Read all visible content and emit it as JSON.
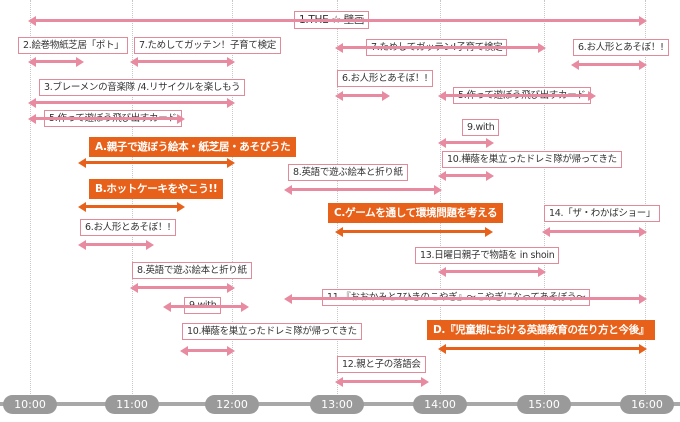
{
  "colors": {
    "accent": "#e8611a",
    "arrow": "#e88aa0",
    "border": "#e08a9a",
    "axis": "#9a9a9a"
  },
  "axis": {
    "ticks": [
      "10:00",
      "11:00",
      "12:00",
      "13:00",
      "14:00",
      "15:00",
      "16:00"
    ]
  },
  "events": [
    {
      "text": "1.THE ☆ 壁画",
      "start": "10:00",
      "end": "16:00"
    },
    {
      "text": "2.絵巻物紙芝居「ポト」",
      "start": "10:00",
      "end": "10:30"
    },
    {
      "text": "7.ためしてガッテン！子育て検定",
      "start": "11:00",
      "end": "12:00"
    },
    {
      "text": "3.ブレーメンの音楽隊 /4.リサイクルを楽しもう",
      "start": "10:00",
      "end": "12:00"
    },
    {
      "text": "5.作って遊ぼう飛び出すカード",
      "start": "10:00",
      "end": "11:30"
    },
    {
      "text": "A.親子で遊ぼう絵本・紙芝居・あそびうた",
      "start": "10:30",
      "end": "12:00",
      "highlight": true
    },
    {
      "text": "B.ホットケーキをやこう!!",
      "start": "10:30",
      "end": "11:30",
      "highlight": true
    },
    {
      "text": "6.お人形とあそぼ！!",
      "start": "10:30",
      "end": "11:00"
    },
    {
      "text": "8.英語で遊ぶ絵本と折り紙",
      "start": "11:00",
      "end": "12:00"
    },
    {
      "text": "9.with",
      "start": "11:30",
      "end": "12:00"
    },
    {
      "text": "10.樺蔭を巣立ったドレミ隊が帰ってきた",
      "start": "11:30",
      "end": "12:00"
    },
    {
      "text": "7.ためしてガッテン!子育て検定",
      "start": "13:00",
      "end": "15:00"
    },
    {
      "text": "6.お人形とあそぼ！!",
      "start": "15:30",
      "end": "16:00"
    },
    {
      "text": "6.お人形とあそぼ！!",
      "start": "13:00",
      "end": "13:30"
    },
    {
      "text": "5.作って遊ぼう飛び出すカード",
      "start": "14:00",
      "end": "15:30"
    },
    {
      "text": "9.with",
      "start": "14:00",
      "end": "14:30"
    },
    {
      "text": "10.樺蔭を巣立ったドレミ隊が帰ってきた",
      "start": "14:00",
      "end": "14:30"
    },
    {
      "text": "8.英語で遊ぶ絵本と折り紙",
      "start": "12:30",
      "end": "14:00"
    },
    {
      "text": "C.ゲームを通して環境問題を考える",
      "start": "13:00",
      "end": "14:30",
      "highlight": true
    },
    {
      "text": "14.「ザ・わかばショー」",
      "start": "15:00",
      "end": "16:00"
    },
    {
      "text": "13.日曜日親子で物語を in shoin",
      "start": "14:00",
      "end": "15:00"
    },
    {
      "text": "11.『おおかみと7ひきのこやぎ』～こやぎになってあそぼう～",
      "start": "12:30",
      "end": "16:00"
    },
    {
      "text": "D.『児童期における英語教育の在り方と今後』",
      "start": "14:00",
      "end": "16:00",
      "highlight": true
    },
    {
      "text": "12.親と子の落語会",
      "start": "13:00",
      "end": "14:00"
    }
  ]
}
